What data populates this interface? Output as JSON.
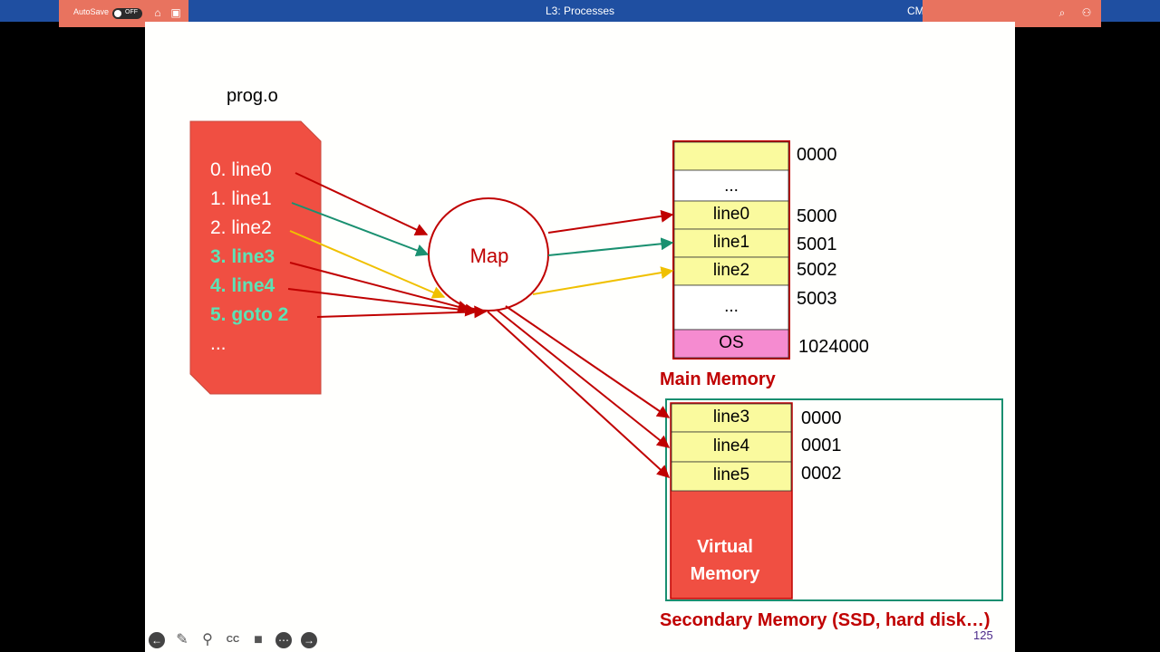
{
  "window": {
    "title": "L3: Processes",
    "cm_label": "CM",
    "autosave_label": "AutoSave",
    "autosave_state": "OFF"
  },
  "slide": {
    "file_label": "prog.o",
    "program_lines": [
      {
        "text": "0. line0",
        "color": "#ffffff"
      },
      {
        "text": "1. line1",
        "color": "#ffffff"
      },
      {
        "text": "2. line2",
        "color": "#ffffff"
      },
      {
        "text": "3. line3",
        "color": "#5ce3b6"
      },
      {
        "text": "4. line4",
        "color": "#5ce3b6"
      },
      {
        "text": "5. goto 2",
        "color": "#5ce3b6"
      },
      {
        "text": "...",
        "color": "#ffffff"
      }
    ],
    "map_label": "Map",
    "main_memory": {
      "label": "Main Memory",
      "cells": [
        "",
        "...",
        "line0",
        "line1",
        "line2",
        "...",
        "OS"
      ],
      "addresses": [
        "0000",
        "5000",
        "5001",
        "5002",
        "5003",
        "1024000"
      ]
    },
    "secondary_memory": {
      "label": "Secondary Memory (SSD, hard disk…)",
      "cells": [
        "line3",
        "line4",
        "line5"
      ],
      "addresses": [
        "0000",
        "0001",
        "0002"
      ],
      "virtual_label_line1": "Virtual",
      "virtual_label_line2": "Memory"
    },
    "page_number": "125",
    "colors": {
      "program_box": "#f04f42",
      "memory_border": "#c00000",
      "cell_fill": "#fafa9e",
      "os_fill": "#f58bd0",
      "secondary_border": "#1a8f70",
      "arrow_red": "#c00000",
      "arrow_green": "#1a9070",
      "arrow_yellow": "#f0c000"
    }
  },
  "toolbar": {
    "icons": [
      "back-icon",
      "pen-icon",
      "zoom-icon",
      "captions-icon",
      "video-icon",
      "more-icon",
      "forward-icon"
    ]
  }
}
